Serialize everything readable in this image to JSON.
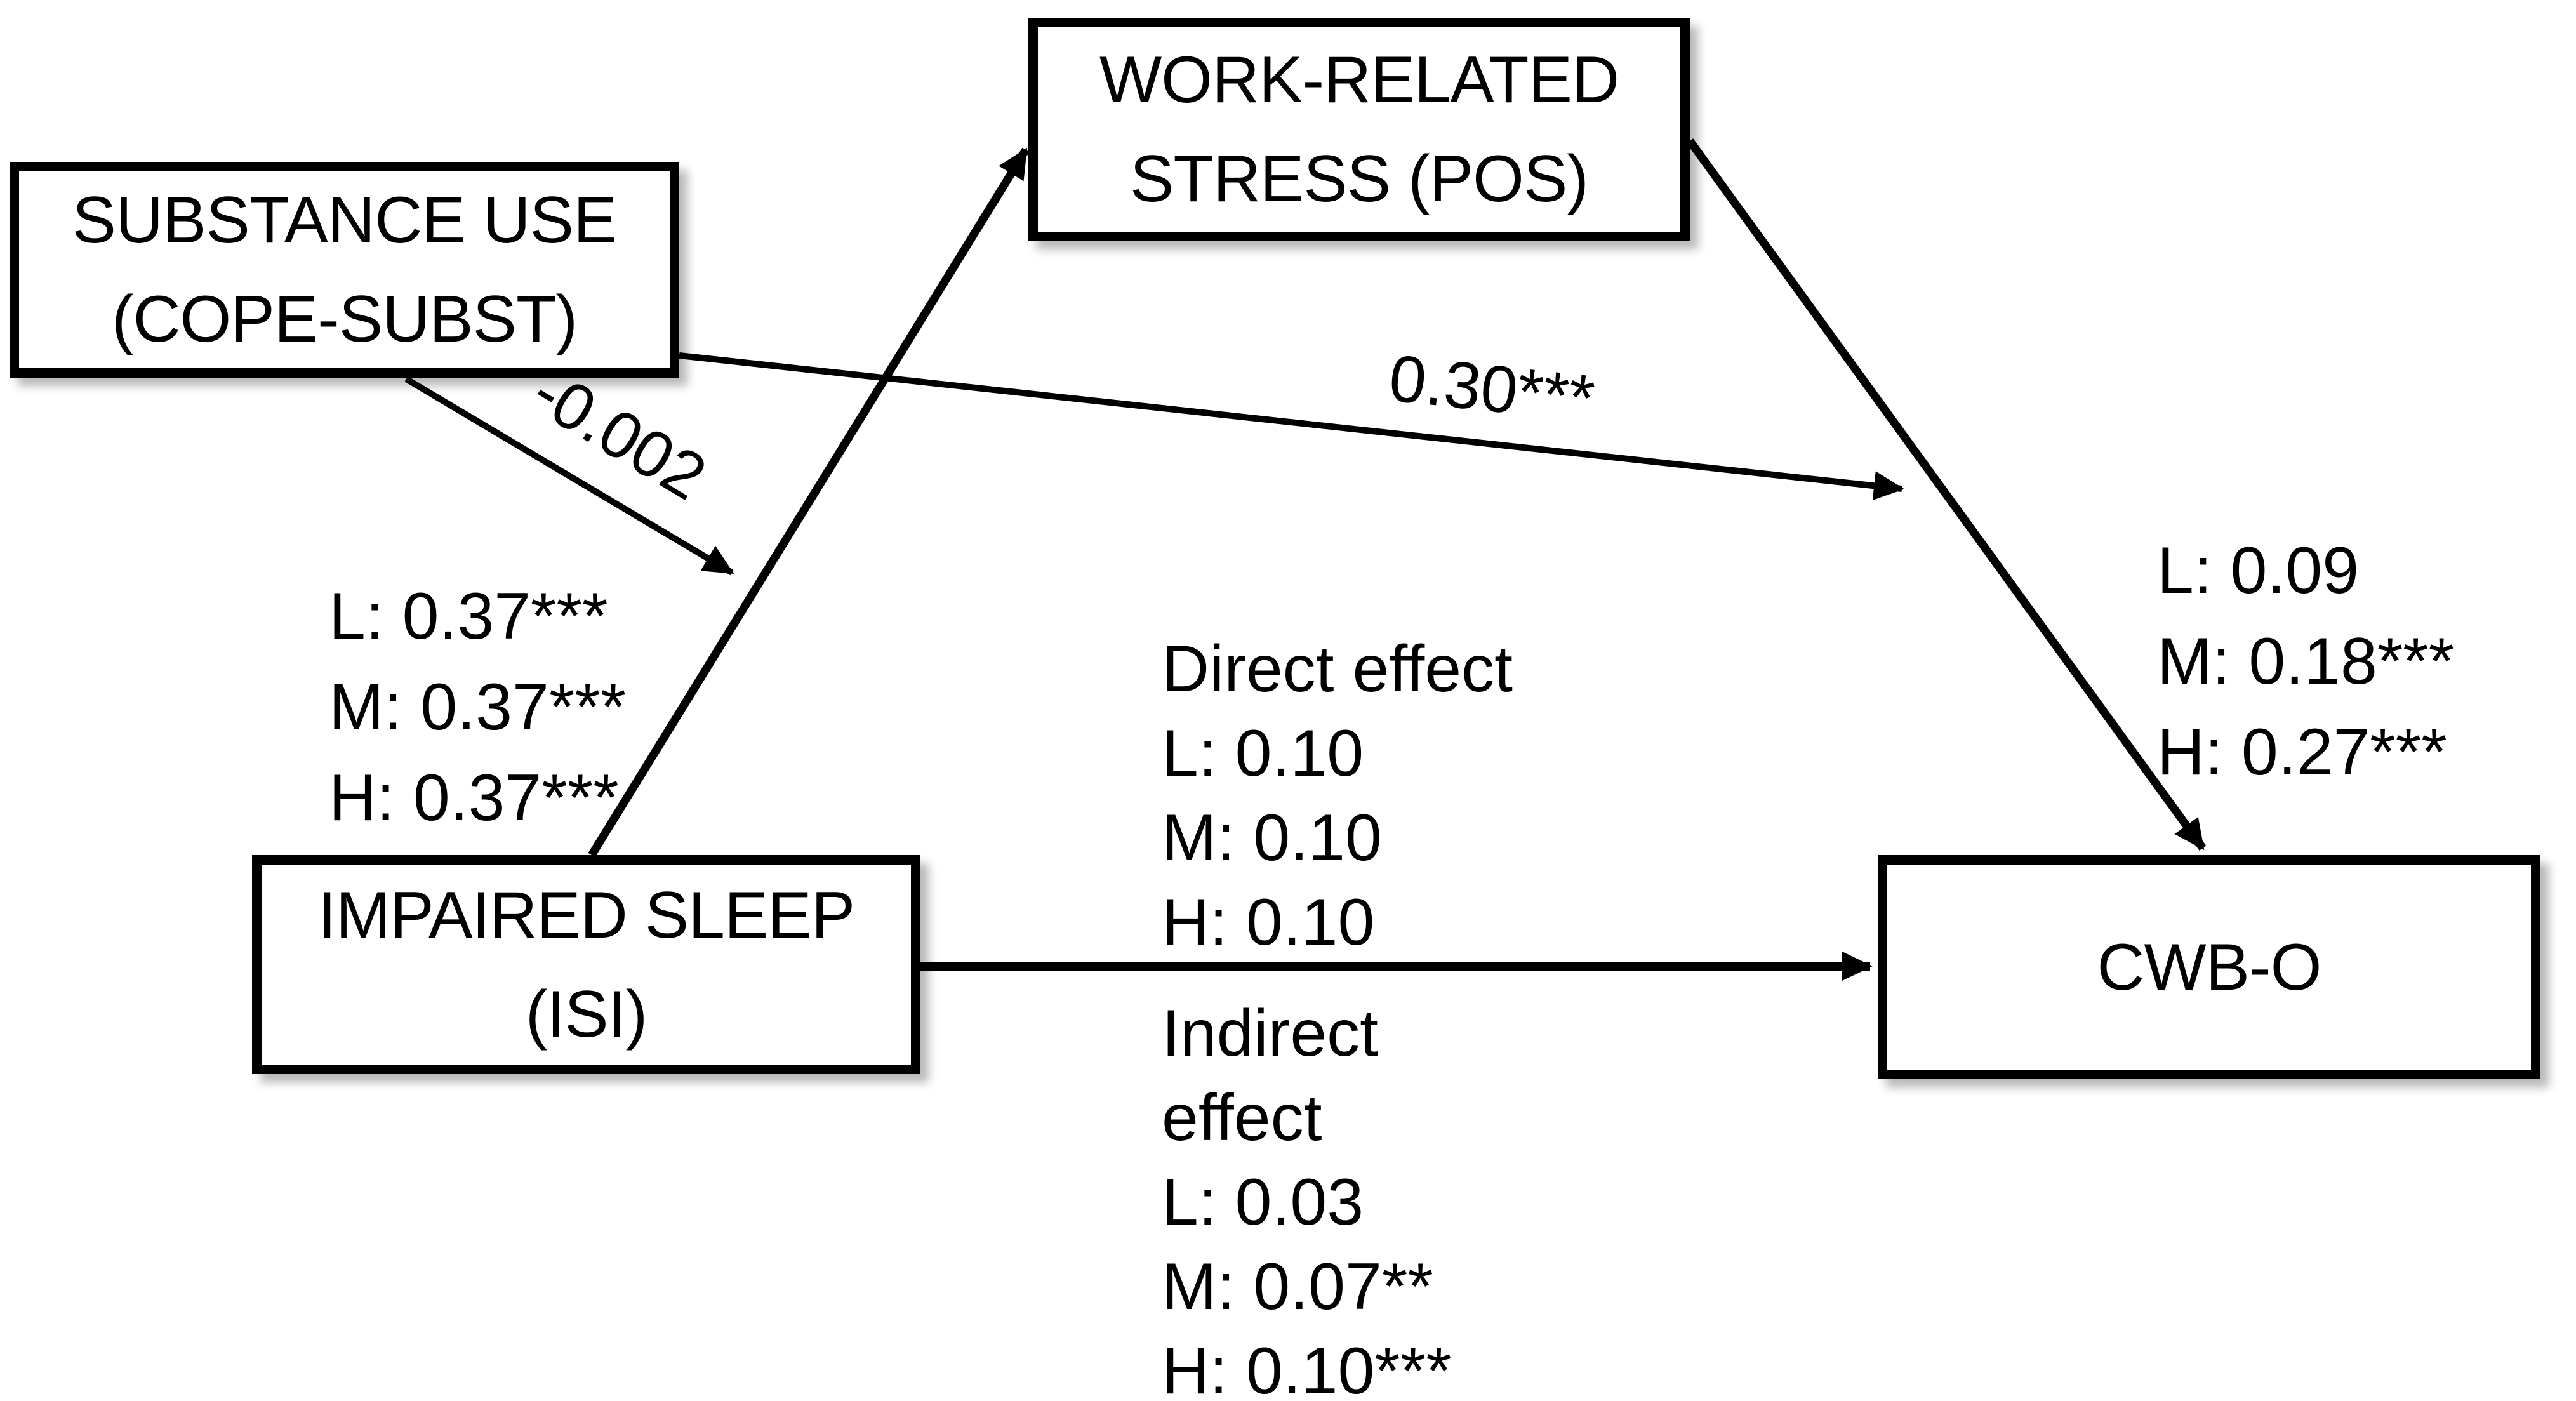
{
  "nodes": {
    "substance_use": {
      "line1": "SUBSTANCE USE",
      "line2": "(COPE-SUBST)"
    },
    "work_related_stress": {
      "line1": "WORK-RELATED",
      "line2": "STRESS (POS)"
    },
    "impaired_sleep": {
      "line1": "IMPAIRED SLEEP",
      "line2": "(ISI)"
    },
    "cwb_o": {
      "label": "CWB-O"
    }
  },
  "effects": {
    "moderation_on_a_path": "-0.002",
    "moderation_on_b_path": "0.30***",
    "a_path": {
      "low": "L: 0.37***",
      "medium": "M: 0.37***",
      "high": "H: 0.37***"
    },
    "b_path": {
      "low": "L: 0.09",
      "medium": "M: 0.18***",
      "high": "H: 0.27***"
    },
    "direct": {
      "title": "Direct effect",
      "low": "L: 0.10",
      "medium": "M: 0.10",
      "high": "H: 0.10"
    },
    "indirect": {
      "title_line1": "Indirect",
      "title_line2": "effect",
      "low": "L: 0.03",
      "medium": "M: 0.07**",
      "high": "H: 0.10***"
    }
  },
  "colors": {
    "background": "#ffffff",
    "line": "#000000",
    "text": "#000000"
  }
}
